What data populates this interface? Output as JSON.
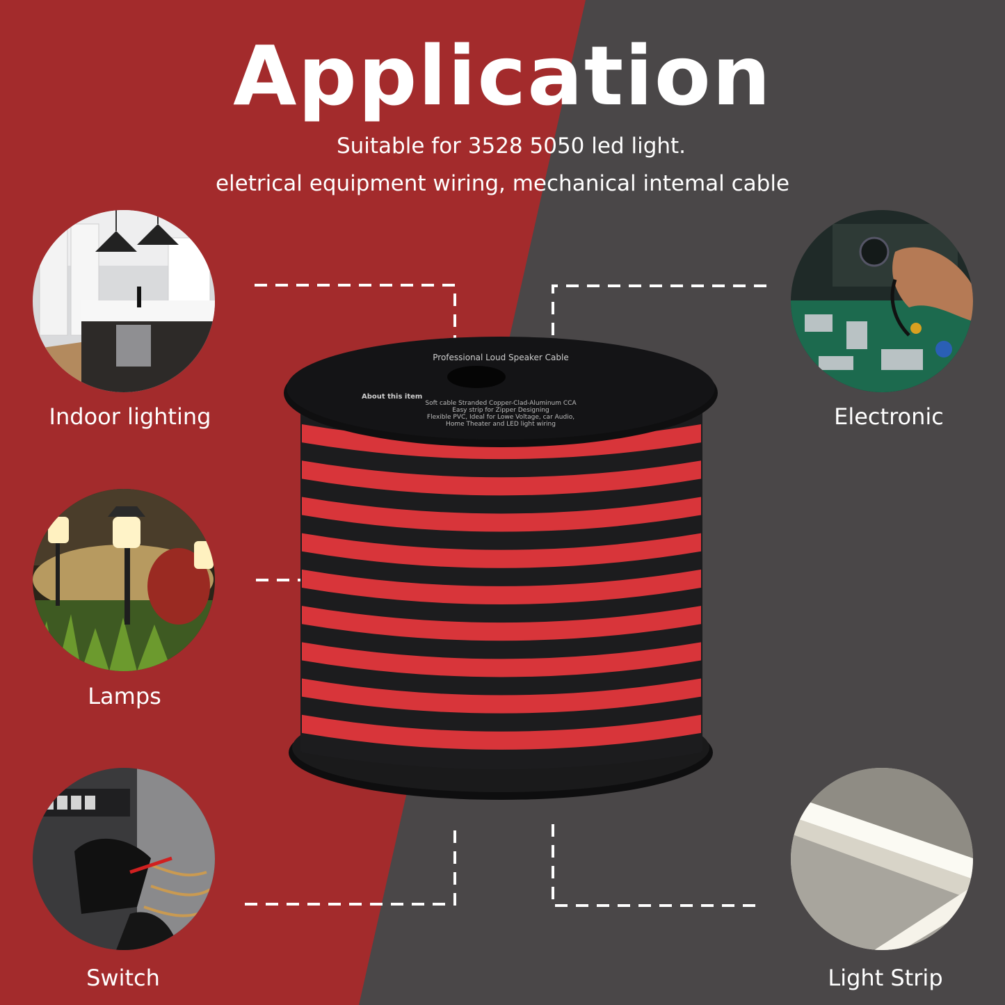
{
  "title": "Application",
  "subtitle_lines": [
    "Suitable for 3528 5050 led light.",
    "eletrical equipment wiring, mechanical intemal cable"
  ],
  "applications": [
    {
      "label": "Indoor lighting",
      "icon": "kitchen-photo"
    },
    {
      "label": "Lamps",
      "icon": "garden-lamp-photo"
    },
    {
      "label": "Switch",
      "icon": "electrical-panel-photo"
    },
    {
      "label": "Electronic",
      "icon": "circuit-board-photo"
    },
    {
      "label": "Light Strip",
      "icon": "led-strip-photo"
    }
  ],
  "spool": {
    "brand_lines": [
      "Professional Loud Speaker Cable",
      "About this item",
      "Soft cable  Stranded Copper-Clad-Aluminum CCA",
      "Easy strip for Zipper Designing",
      "Flexible PVC, Ideal for Lowe Voltage, car Audio,",
      "Home Theater and LED light wiring"
    ]
  },
  "colors": {
    "left_bg": "#a32b2c",
    "right_bg": "#4a4748",
    "wire_red": "#d8353a",
    "wire_black": "#1c1c1e",
    "text": "#ffffff"
  }
}
